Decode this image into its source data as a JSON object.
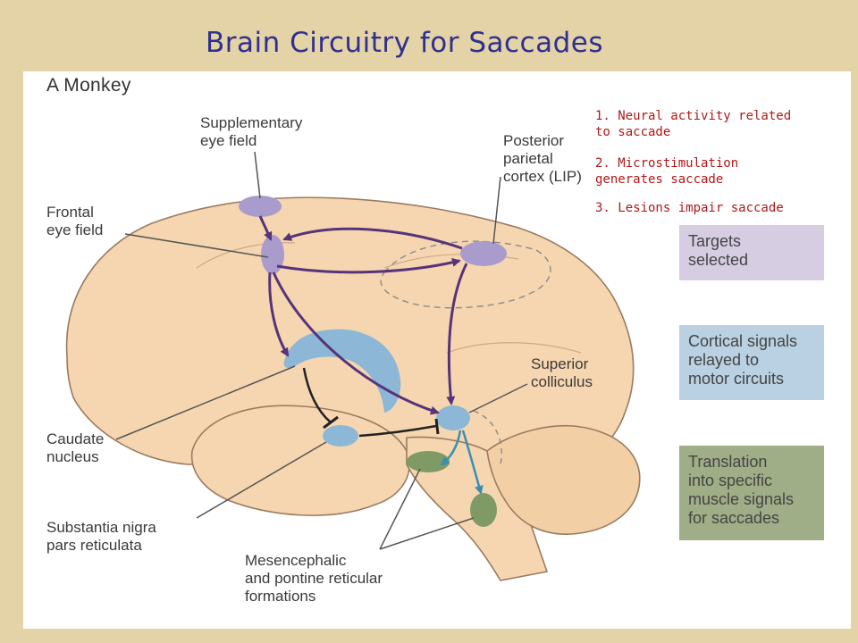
{
  "title": "Brain Circuitry for Saccades",
  "panel_label": "A  Monkey",
  "labels": {
    "sef_line1": "Supplementary",
    "sef_line2": "eye field",
    "fef_line1": "Frontal",
    "fef_line2": "eye field",
    "ppc_line1": "Posterior",
    "ppc_line2": "parietal",
    "ppc_line3": "cortex (LIP)",
    "sc_line1": "Superior",
    "sc_line2": "colliculus",
    "caudate_line1": "Caudate",
    "caudate_line2": "nucleus",
    "snr_line1": "Substantia nigra",
    "snr_line2": "pars reticulata",
    "mes_line1": "Mesencephalic",
    "mes_line2": "and pontine reticular",
    "mes_line3": "formations"
  },
  "notes": {
    "n1_line1": "1. Neural activity related",
    "n1_line2": "to saccade",
    "n2_line1": "2. Microstimulation",
    "n2_line2": "generates saccade",
    "n3": "3. Lesions impair saccade"
  },
  "legend": [
    {
      "line1": "Targets",
      "line2": "selected",
      "line3": "",
      "line4": "",
      "color": "#d6cde3"
    },
    {
      "line1": "Cortical signals",
      "line2": "relayed to",
      "line3": "motor circuits",
      "line4": "",
      "color": "#b9d1e2"
    },
    {
      "line1": "Translation",
      "line2": "into specific",
      "line3": "muscle signals",
      "line4": "for saccades",
      "color": "#9fae87"
    }
  ],
  "colors": {
    "background": "#e3d3a7",
    "brain": "#f6d6b0",
    "targets": "#a99ccc",
    "cortical": "#8cb7d6",
    "motor": "#7f9a64",
    "pathway": "#56347a",
    "motor_pathway": "#3a8fb0",
    "note_text": "#b01818",
    "title_text": "#2f2f8f"
  }
}
